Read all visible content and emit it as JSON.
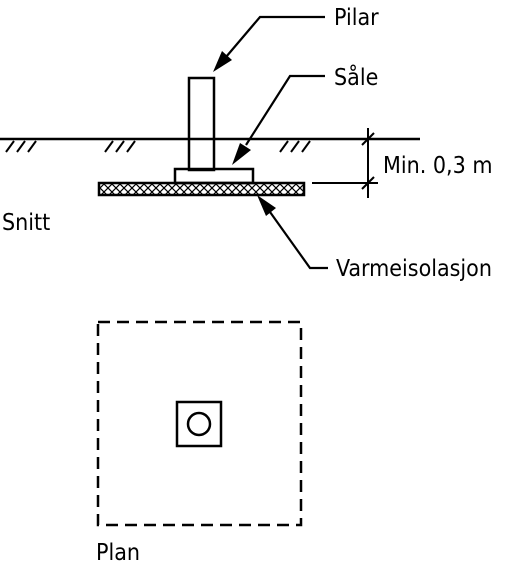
{
  "labels": {
    "pilar": "Pilar",
    "sale": "Såle",
    "min_depth": "Min. 0,3 m",
    "snitt": "Snitt",
    "varmeisolasjon": "Varmeisolasjon",
    "plan": "Plan"
  },
  "colors": {
    "ink": "#000000",
    "background": "#ffffff"
  }
}
